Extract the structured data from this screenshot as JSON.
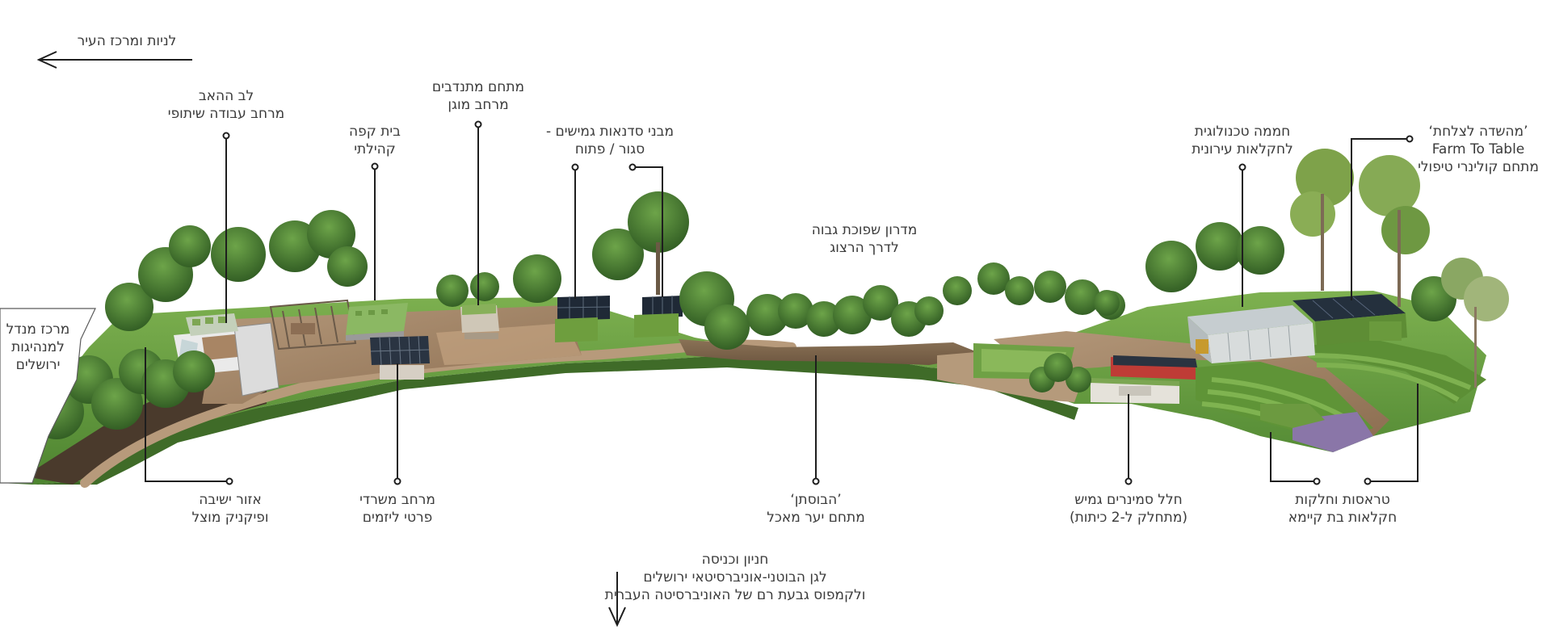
{
  "labels": {
    "north_arrow": [
      "לניות ומרכז העיר"
    ],
    "hub": [
      "לב ההאב",
      "מרחב עבודה שיתופי"
    ],
    "cafe": [
      "בית קפה",
      "קהילתי"
    ],
    "volunteers": [
      "מתחם מתנדבים",
      "מרחב מוגן"
    ],
    "workshops": [
      "מבני סדנאות גמישים -",
      "סגור / פתוח"
    ],
    "slope": [
      "מדרון שפוכת גבוה",
      "לדרך הרצוג"
    ],
    "greenhouse": [
      "חממה טכנולוגית",
      "לחקלאות עירונית"
    ],
    "farm_to_table": [
      "’מהשדה לצלחת‘",
      "Farm To Table",
      "מתחם קולינרי טיפולי"
    ],
    "center_left": [
      "מרכז מנדל",
      "למנהיגות",
      "ירושלים"
    ],
    "seating": [
      "אזור ישיבה",
      "ופיקניק מוצל"
    ],
    "office": [
      "מרחב משרדי",
      "פרטי ליזמים"
    ],
    "food_forest": [
      "’הבוסתן‘",
      "מתחם יער מאכל"
    ],
    "seminar": [
      "חלל סמינרים גמיש",
      "(מתחלק ל-2 כיתות)"
    ],
    "terraces": [
      "טראסות וחלקות",
      "חקלאות בת קיימא"
    ],
    "parking": [
      "חניון וכניסה",
      "לגן הבוטני-אוניברסיטאי ירושלים",
      "ולקמפוס גבעת רם של האוניברסיטה העברית"
    ]
  },
  "colors": {
    "text": "#3a3a3a",
    "line": "#1e1e1e",
    "grass": "#5f9a3c",
    "deck": "#a08464",
    "tree": "#3f6e2c",
    "solar": "#2a3442"
  }
}
